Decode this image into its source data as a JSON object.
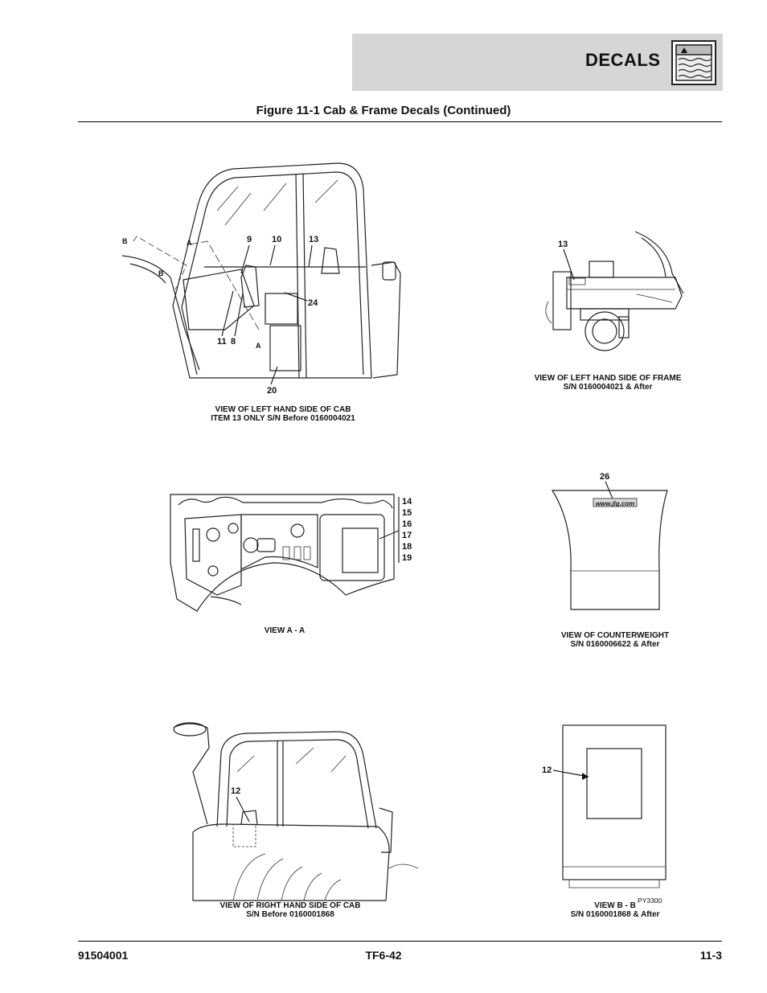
{
  "header": {
    "title": "DECALS",
    "icon": "manual-section-icon"
  },
  "figure_title": "Figure 11-1 Cab & Frame Decals (Continued)",
  "views": {
    "cab_left": {
      "caption_line1": "VIEW OF LEFT HAND SIDE OF CAB",
      "caption_line2": "ITEM 13 ONLY S/N Before 0160004021",
      "callouts": [
        "9",
        "10",
        "13",
        "24",
        "11",
        "8",
        "20"
      ],
      "section_marks": [
        "B",
        "B",
        "A",
        "A"
      ]
    },
    "frame_left": {
      "caption_line1": "VIEW OF LEFT HAND SIDE OF FRAME",
      "caption_line2": "S/N 0160004021 & After",
      "callouts": [
        "13"
      ]
    },
    "view_a": {
      "caption_line1": "VIEW A - A",
      "callouts": [
        "14",
        "15",
        "16",
        "17",
        "18",
        "19"
      ]
    },
    "counterweight": {
      "caption_line1": "VIEW OF COUNTERWEIGHT",
      "caption_line2": "S/N 0160006622 & After",
      "callouts": [
        "26"
      ],
      "decal_text": "www.jlg.com"
    },
    "cab_right": {
      "caption_line1": "VIEW OF RIGHT HAND SIDE OF CAB",
      "caption_line2": "S/N Before 0160001868",
      "callouts": [
        "12"
      ]
    },
    "view_b": {
      "caption_line1": "VIEW B - B",
      "caption_line2": "S/N 0160001868 & After",
      "callouts": [
        "12"
      ],
      "drawing_id": "PY3300"
    }
  },
  "footer": {
    "left": "91504001",
    "center": "TF6-42",
    "right": "11-3"
  }
}
